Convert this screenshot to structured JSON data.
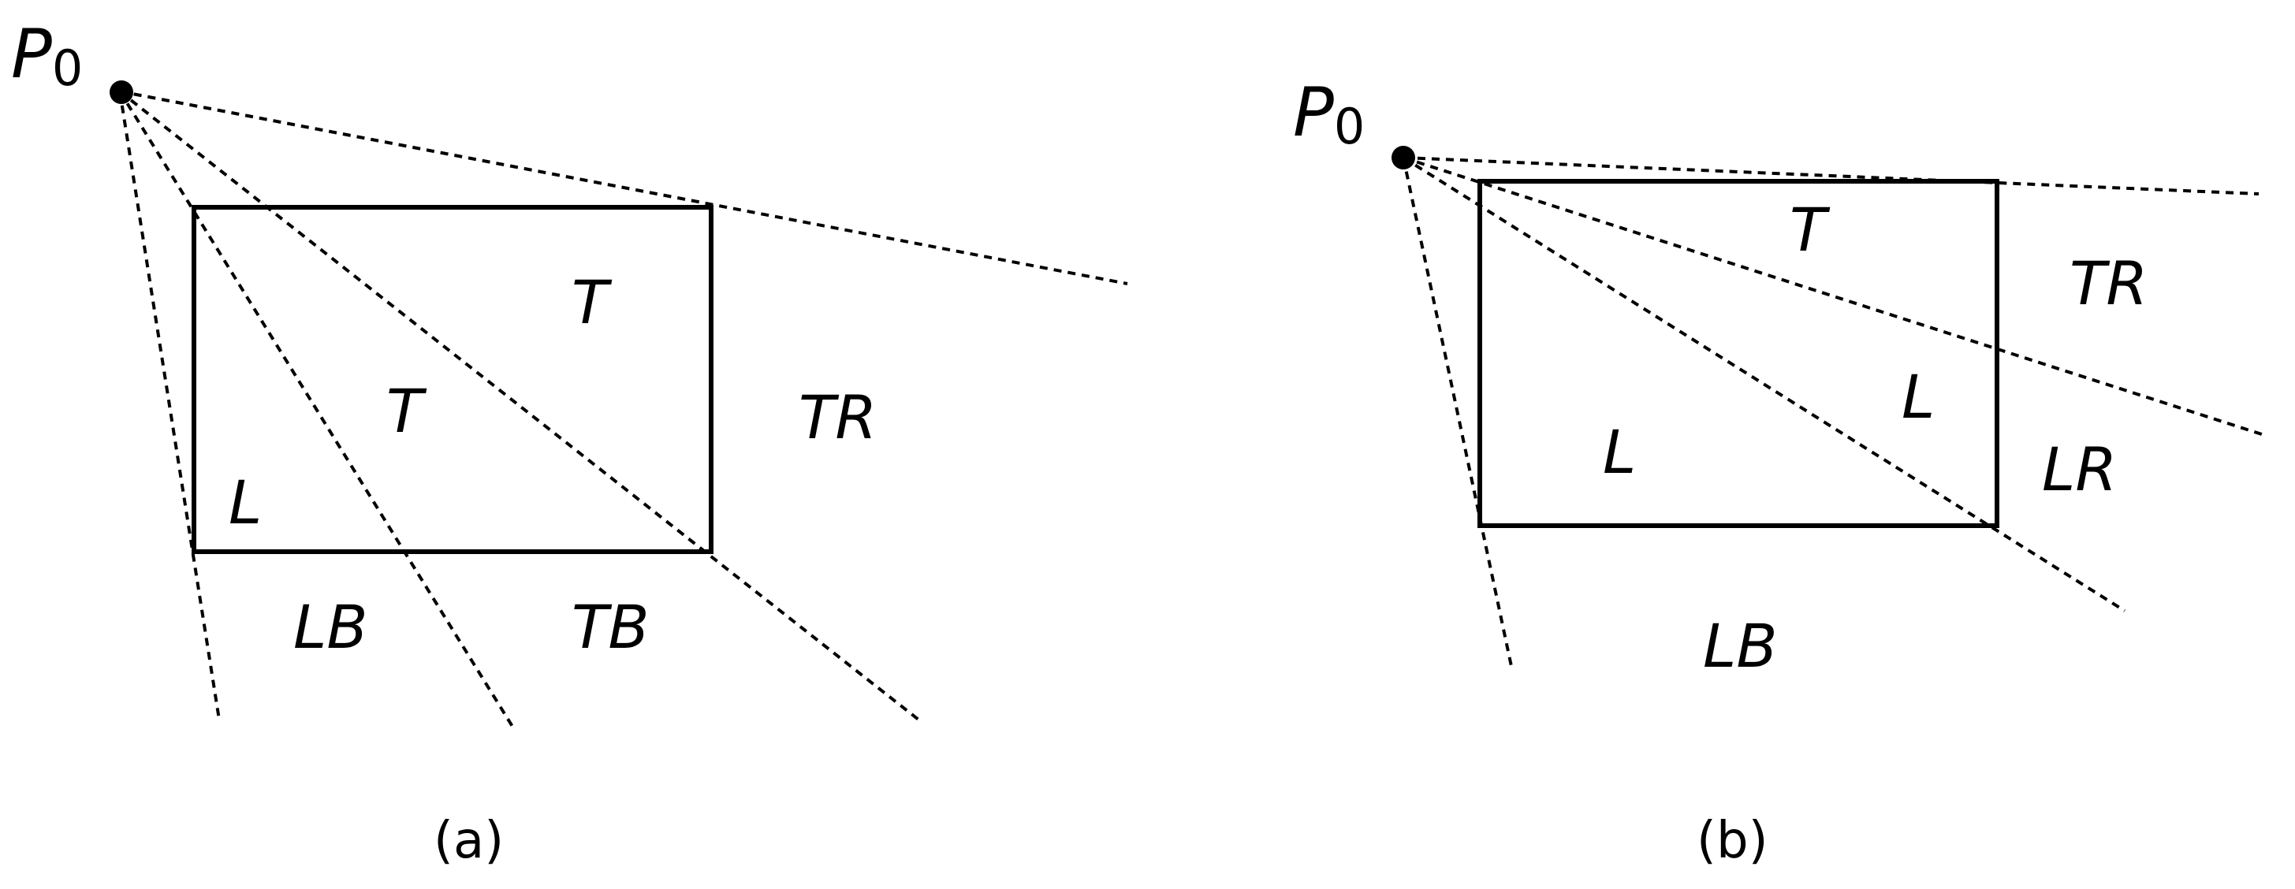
{
  "panel_a": {
    "point": {
      "base": "P",
      "sub": "0"
    },
    "regions": {
      "t_upper": "T",
      "t_lower": "T",
      "l": "L",
      "tr": "TR",
      "lb": "LB",
      "tb": "TB"
    },
    "caption": "(a)"
  },
  "panel_b": {
    "point": {
      "base": "P",
      "sub": "0"
    },
    "regions": {
      "t": "T",
      "tr": "TR",
      "l_right": "L",
      "l_left": "L",
      "lr": "LR",
      "lb": "LB"
    },
    "caption": "(b)"
  }
}
